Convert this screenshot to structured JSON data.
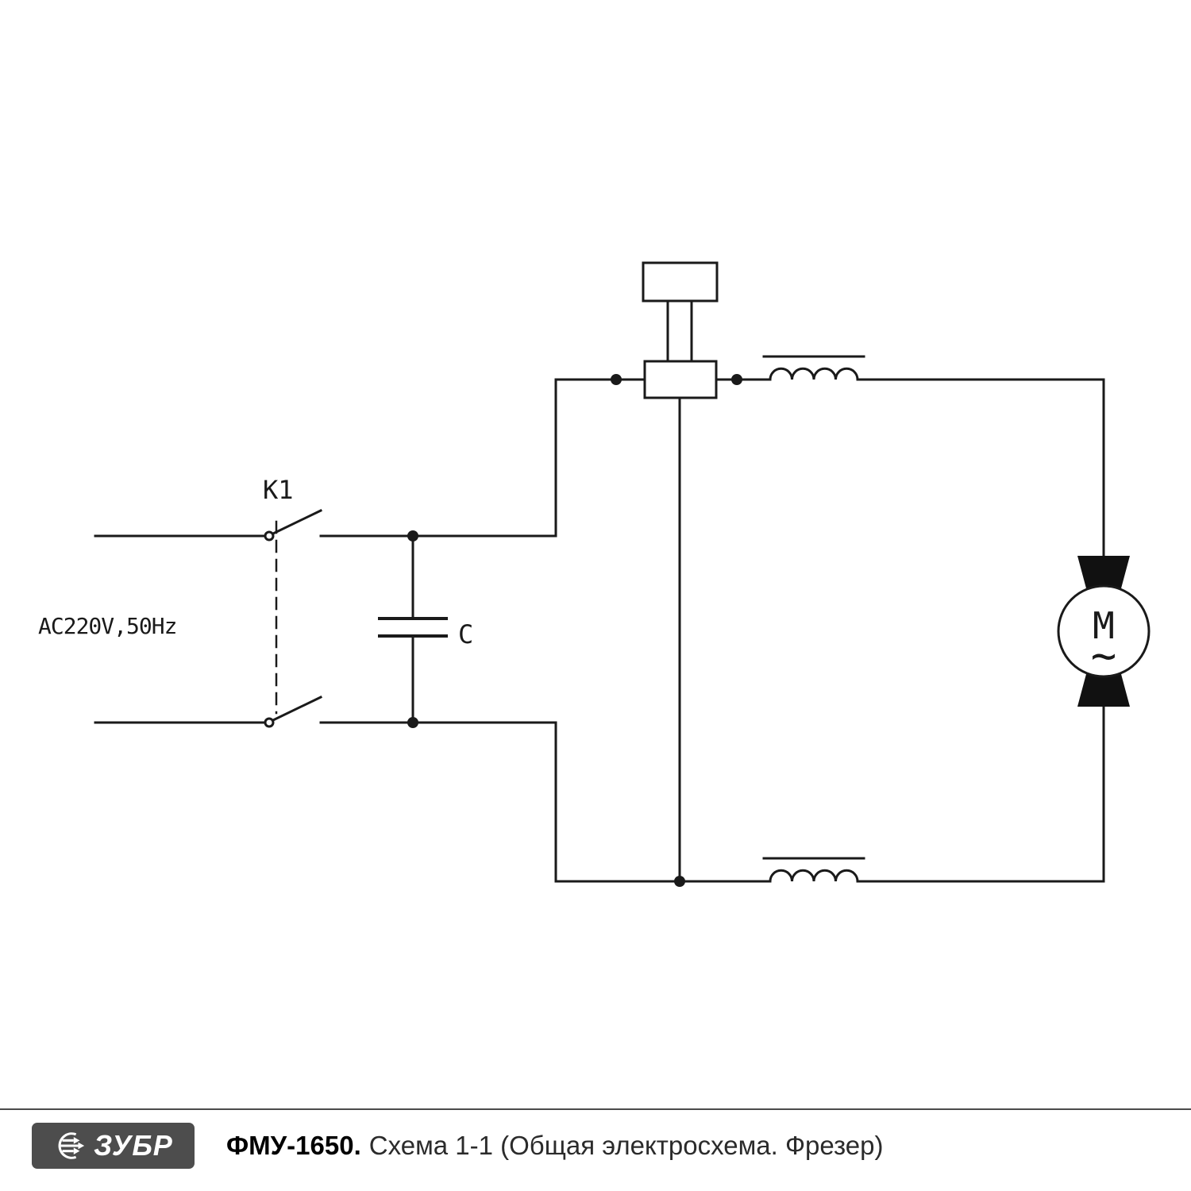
{
  "colors": {
    "line": "#1a1a1a",
    "footer_badge_bg": "#4d4d4d",
    "divider": "#4a4a4a"
  },
  "circuit": {
    "source_label": "AC220V,50Hz",
    "switch_label": "K1",
    "capacitor_label": "C",
    "motor_label": "M",
    "motor_wave_symbol": "~"
  },
  "footer": {
    "brand": "ЗУБР",
    "model": "ФМУ-1650.",
    "scheme_title": "Схема 1-1 (Общая электросхема. Фрезер)"
  }
}
